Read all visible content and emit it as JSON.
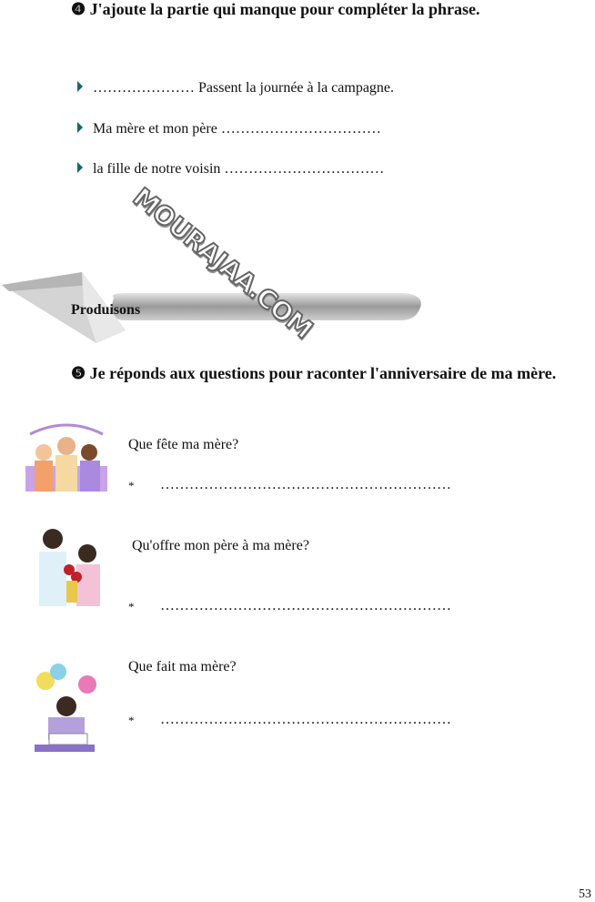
{
  "exercise4": {
    "number": "❹",
    "title": "J'ajoute la partie qui manque pour compléter la phrase.",
    "items": [
      "………………… Passent la journée à la campagne.",
      "Ma mère et mon père ……………………………",
      "la fille de notre voisin ……………………………"
    ]
  },
  "watermark": "MOURAJAA.COM",
  "section": {
    "title": "Produisons"
  },
  "exercise5": {
    "number": "❺",
    "title": "Je réponds aux questions pour raconter l'anniversaire de ma mère.",
    "questions": [
      {
        "question": "Que fête ma mère?",
        "marker": "*",
        "answer": "……………………………………………………"
      },
      {
        "question": "Qu'offre mon père à ma mère?",
        "marker": "*",
        "answer": "……………………………………………………"
      },
      {
        "question": "Que fait ma mère?",
        "marker": "*",
        "answer": "……………………………………………………"
      }
    ]
  },
  "page_number": "53"
}
